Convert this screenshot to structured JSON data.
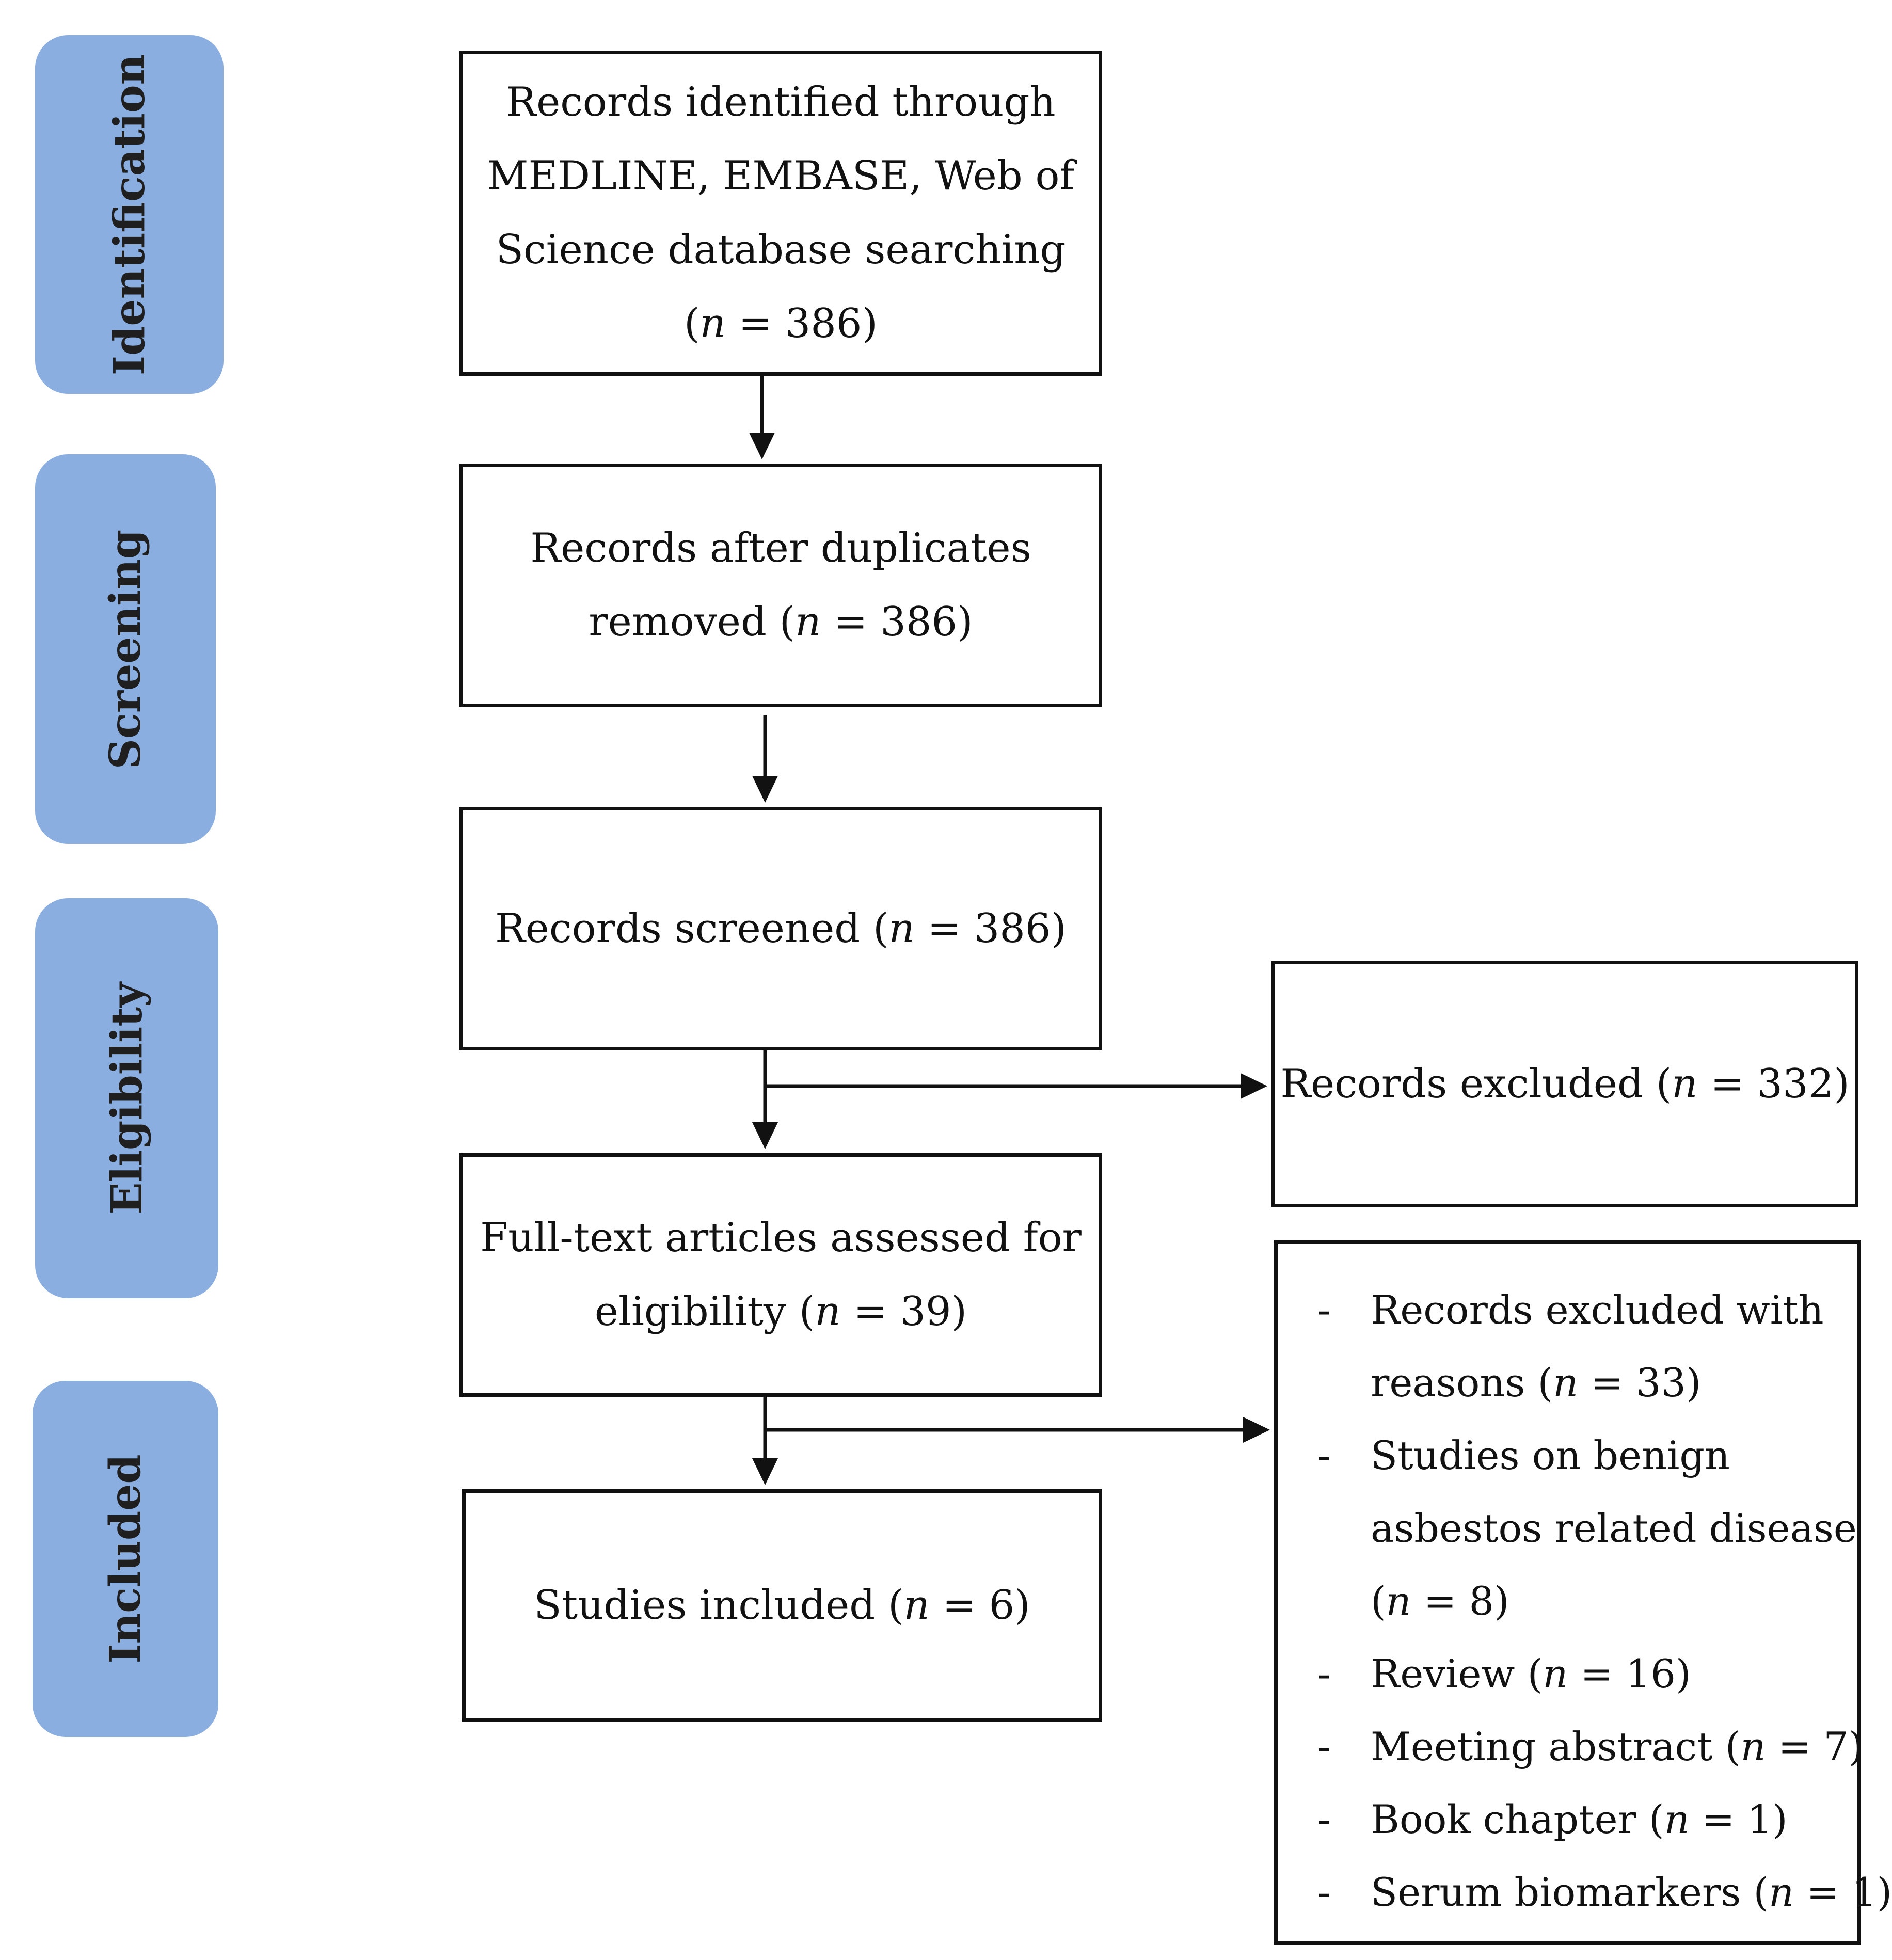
{
  "stages": [
    {
      "key": "identification",
      "label": "Identification"
    },
    {
      "key": "screening",
      "label": "Screening"
    },
    {
      "key": "eligibility",
      "label": "Eligibility"
    },
    {
      "key": "included",
      "label": "Included"
    }
  ],
  "boxes": {
    "identified": {
      "line1": "Records identified through",
      "line2": "MEDLINE, EMBASE, Web of",
      "line3": "Science database searching",
      "n_open": "(",
      "n_var": "n",
      "n_value": " = 386)"
    },
    "deduplicated": {
      "line1": "Records after duplicates",
      "text_before_n": "removed (",
      "n_var": "n",
      "n_value": " = 386)"
    },
    "screened": {
      "text_before_n": "Records screened (",
      "n_var": "n",
      "n_value": " = 386)"
    },
    "excluded": {
      "text_before_n": "Records excluded (",
      "n_var": "n",
      "n_value": " = 332)"
    },
    "fulltext": {
      "line1": "Full-text articles assessed for",
      "text_before_n": "eligibility (",
      "n_var": "n",
      "n_value": " = 39)"
    },
    "included": {
      "text_before_n": "Studies included (",
      "n_var": "n",
      "n_value": " = 6)"
    }
  },
  "exclusion_reasons": {
    "bullet": "-",
    "items": [
      {
        "line1": "Records excluded with",
        "text_before_n": "reasons (",
        "n_var": "n",
        "n_value": " = 33)"
      },
      {
        "line1": "Studies on benign",
        "line2": "asbestos related disease",
        "text_before_n": "(",
        "n_var": "n",
        "n_value": " = 8)"
      },
      {
        "text_before_n": "Review (",
        "n_var": "n",
        "n_value": " = 16)"
      },
      {
        "text_before_n": "Meeting abstract (",
        "n_var": "n",
        "n_value": " = 7)"
      },
      {
        "text_before_n": "Book chapter (",
        "n_var": "n",
        "n_value": " = 1)"
      },
      {
        "text_before_n": "Serum biomarkers (",
        "n_var": "n",
        "n_value": " = 1)"
      }
    ]
  },
  "colors": {
    "stage_fill": "#8aaee0",
    "stroke": "#111111"
  }
}
